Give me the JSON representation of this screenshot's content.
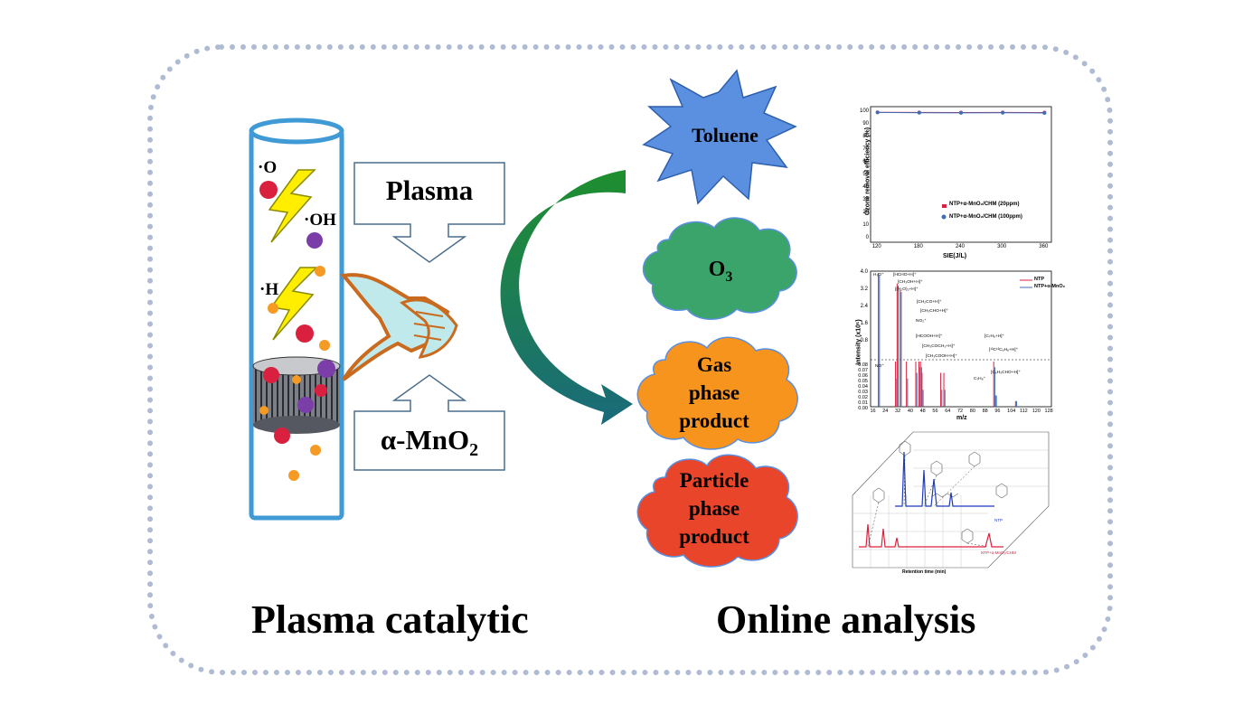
{
  "left_panel": {
    "radicals": [
      "·O",
      "·OH",
      "·H"
    ],
    "plasma_label": "Plasma",
    "catalyst_label": "α-MnO",
    "catalyst_subscript": "2",
    "footer": "Plasma catalytic"
  },
  "right_panel": {
    "targets": [
      {
        "label": "Toluene",
        "color": "#5b8fe0"
      },
      {
        "label": "O",
        "subscript": "3",
        "color": "#3aa46a"
      },
      {
        "label": "Gas phase product",
        "lines": [
          "Gas",
          "phase",
          "product"
        ],
        "color": "#f7941d"
      },
      {
        "label": "Particle phase product",
        "lines": [
          "Particle",
          "phase",
          "product"
        ],
        "color": "#e8452a"
      }
    ],
    "footer": "Online analysis"
  },
  "colors": {
    "tube": "#3f9ad6",
    "bolt": "#ffee00",
    "red_dot": "#d9213f",
    "purple_dot": "#7b3ea8",
    "orange_dot": "#f59a23",
    "arrow_top": "#1f8f2e",
    "arrow_bottom": "#1a6b7a",
    "frame": "#aebbd3"
  },
  "charts": {
    "ozone": {
      "ylabel": "Ozone removal efficiency (%)",
      "xlabel": "SIE(J/L)",
      "yticks": [
        "100",
        "90",
        "80",
        "70",
        "60",
        "50",
        "40",
        "30",
        "20",
        "10",
        "0"
      ],
      "xticks": [
        "120",
        "180",
        "240",
        "300",
        "360"
      ],
      "legend": [
        "NTP+α-MnO₂/CHM (20ppm)",
        "NTP+α-MnO₂/CHM (100ppm)"
      ],
      "chart_data": {
        "type": "line",
        "x": [
          120,
          180,
          240,
          300,
          360
        ],
        "ylim": [
          0,
          100
        ],
        "series": [
          {
            "name": "NTP+α-MnO₂/CHM (20ppm)",
            "values": [
              99.8,
              99.7,
              99.6,
              99.7,
              99.6
            ],
            "color": "#d9213f"
          },
          {
            "name": "NTP+α-MnO₂/CHM (100ppm)",
            "values": [
              99.7,
              99.5,
              99.4,
              99.5,
              99.3
            ],
            "color": "#3c6fb8"
          }
        ]
      }
    },
    "mass_spec": {
      "ylabel": "Intensity (x10⁵)",
      "xlabel": "m/z",
      "upper_yticks": [
        "4.0",
        "3.2",
        "2.4",
        "1.6",
        "0.8"
      ],
      "lower_yticks": [
        "0.08",
        "0.07",
        "0.06",
        "0.05",
        "0.04",
        "0.03",
        "0.02",
        "0.01",
        "0.00"
      ],
      "xticks": [
        "16",
        "24",
        "32",
        "40",
        "48",
        "56",
        "64",
        "72",
        "80",
        "88",
        "96",
        "104",
        "112",
        "120",
        "128"
      ],
      "legend": [
        "NTP",
        "NTP+α-MnO₂"
      ],
      "annotations": [
        "H₃O⁺",
        "[HCHO+H]⁺",
        "[CH₃OH+H]⁺",
        "[(H₂O)₂+H]⁺",
        "[CH₂CO+H]⁺",
        "[CH₃CHO+H]⁺",
        "NO₂⁺",
        "[HCOOH+H]⁺",
        "[CH₃COCH₃+H]⁺",
        "[CH₃COOH+H]⁺",
        "NO⁺",
        "[C₇H₈+H]⁺",
        "[¹³C¹²C₆H₈+H]⁺",
        "C₇H₈⁺",
        "[C₆H₅CHO+H]⁺"
      ],
      "chart_data": {
        "type": "bar",
        "x": [
          19,
          30,
          31,
          33,
          37,
          43,
          45,
          46,
          47,
          59,
          61,
          93,
          94,
          107
        ],
        "series": [
          {
            "name": "NTP",
            "values": [
              4.0,
              0.08,
              3.5,
              3.2,
              0.08,
              0.08,
              0.08,
              0.08,
              0.06,
              0.06,
              0.06,
              0.08,
              0.02,
              0.01
            ]
          },
          {
            "name": "NTP+α-MnO₂",
            "values": [
              3.9,
              0.05,
              3.4,
              3.1,
              0.05,
              0.06,
              0.07,
              0.07,
              0.03,
              0.03,
              0.03,
              0.07,
              0.02,
              0.01
            ]
          }
        ]
      }
    },
    "gcms": {
      "xlabel": "Retention time (min)",
      "legend": [
        "NTP",
        "NTP+α-MnO₂/CHM"
      ]
    }
  }
}
